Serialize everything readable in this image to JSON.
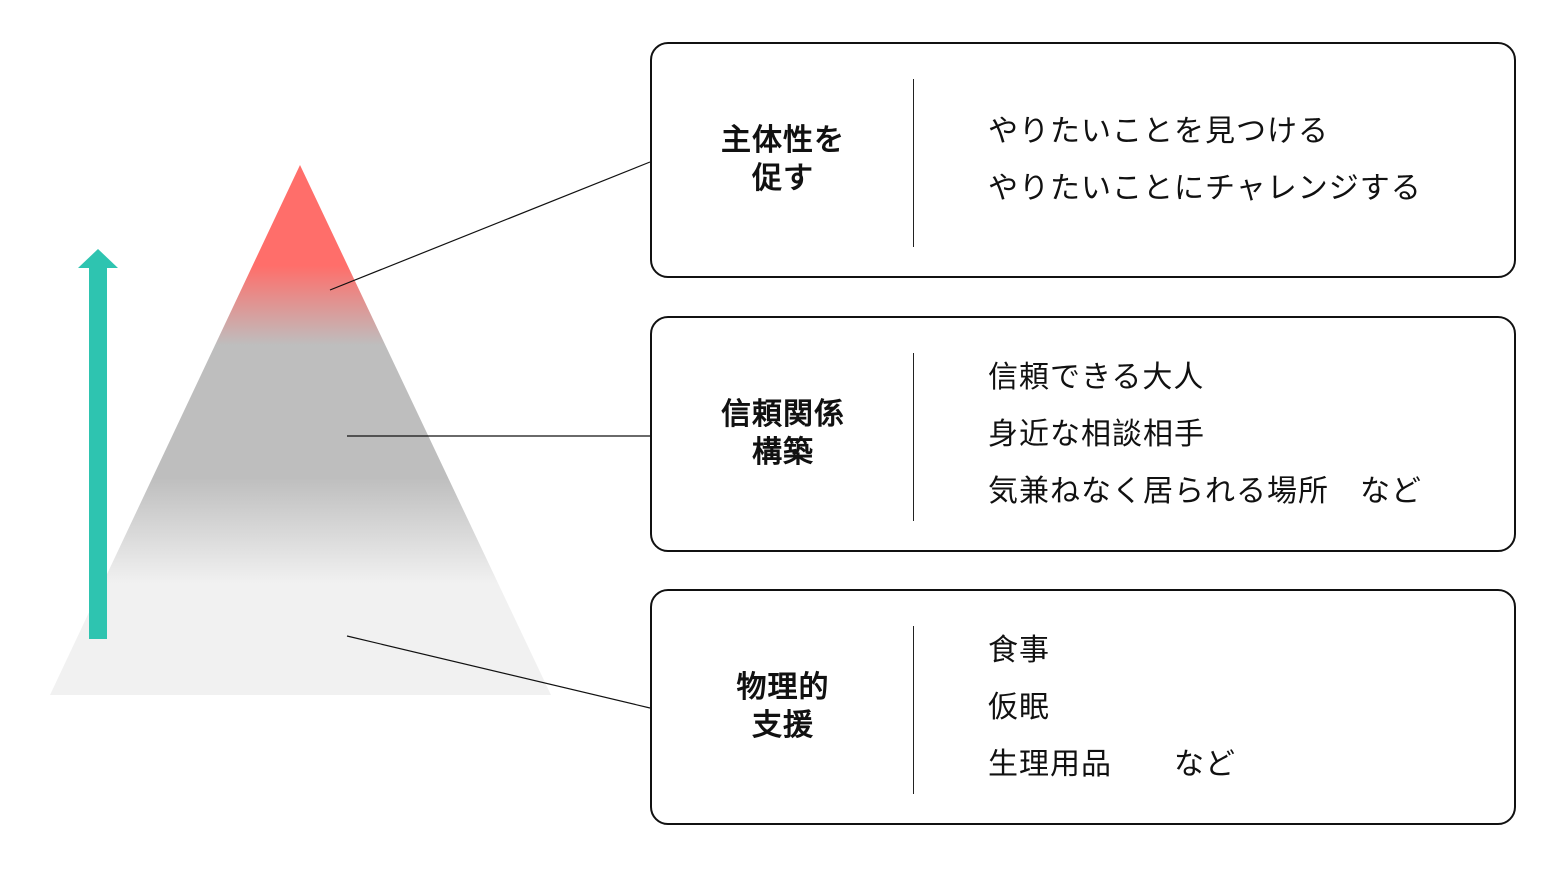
{
  "pyramid": {
    "colors": {
      "top": "#FF6E6A",
      "middle": "#BEBEBE",
      "bottom": "#F1F1F1",
      "arrow": "#2EC4B0"
    },
    "arrow_direction": "up"
  },
  "boxes": [
    {
      "label_lines": [
        "主体性を",
        "促す"
      ],
      "items": [
        "やりたいことを見つける",
        "やりたいことにチャレンジする"
      ]
    },
    {
      "label_lines": [
        "信頼関係",
        "構築"
      ],
      "items": [
        "信頼できる大人",
        "身近な相談相手",
        "気兼ねなく居られる場所　など"
      ]
    },
    {
      "label_lines": [
        "物理的",
        "支援"
      ],
      "items": [
        "食事",
        "仮眠",
        "生理用品　　など"
      ]
    }
  ]
}
